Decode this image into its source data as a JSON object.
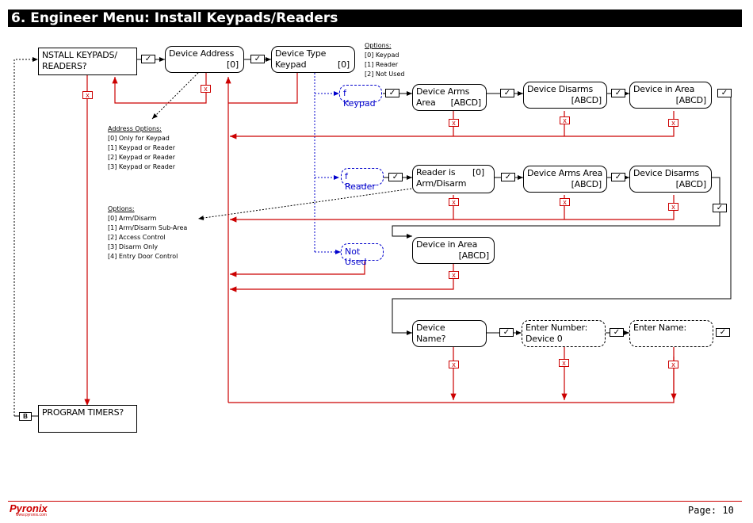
{
  "title": "6. Engineer Menu: Install Keypads/Readers",
  "symbols": {
    "check": "✓",
    "cross": "x",
    "b_connector": "B"
  },
  "boxes": {
    "install": {
      "line1": "NSTALL KEYPADS/",
      "line2": "READERS?"
    },
    "device_address": {
      "line1": "Device Address",
      "value": "[0]"
    },
    "device_type": {
      "line1": "Device Type",
      "line2": "Keypad",
      "value": "[0]"
    },
    "if_keypad": "f Keypad",
    "if_reader": "f Reader",
    "not_used": "Not Used",
    "k_arms_area": {
      "line1": "Device Arms Area",
      "value": "[ABCD]"
    },
    "k_disarms": {
      "line1": "Device Disarms",
      "value": "[ABCD]"
    },
    "k_in_area": {
      "line1": "Device in Area",
      "value": "[ABCD]"
    },
    "r_reader_is": {
      "line1": "Reader is",
      "line2": "Arm/Disarm",
      "value": "[0]"
    },
    "r_arms_area": {
      "line1": "Device Arms Area",
      "value": "[ABCD]"
    },
    "r_disarms": {
      "line1": "Device Disarms",
      "value": "[ABCD]"
    },
    "r_in_area": {
      "line1": "Device in Area",
      "value": "[ABCD]"
    },
    "device_name": {
      "line1": "Device",
      "line2": "Name?"
    },
    "enter_number": {
      "line1": "Enter Number:",
      "line2": "Device 0"
    },
    "enter_name": {
      "line1": "Enter Name:"
    },
    "program_timers": "PROGRAM TIMERS?"
  },
  "type_options": {
    "heading": "Options:",
    "items": [
      "[0] Keypad",
      "[1] Reader",
      "[2] Not Used"
    ]
  },
  "address_options": {
    "heading": "Address Options:",
    "items": [
      "[0] Only for Keypad",
      "[1] Keypad or Reader",
      "[2] Keypad or Reader",
      "[3] Keypad or Reader"
    ]
  },
  "reader_options": {
    "heading": "Options:",
    "items": [
      "[0] Arm/Disarm",
      "[1] Arm/Disarm Sub-Area",
      "[2] Access Control",
      "[3] Disarm Only",
      "[4] Entry Door Control"
    ]
  },
  "footer": {
    "brand": "Pyronix",
    "brand_url": "www.pyronix.com",
    "page": "Page: 10"
  },
  "colors": {
    "title_bg": "#000000",
    "escape_line": "#cc0000",
    "option_line": "#0000cc",
    "flow_line": "#000000"
  }
}
